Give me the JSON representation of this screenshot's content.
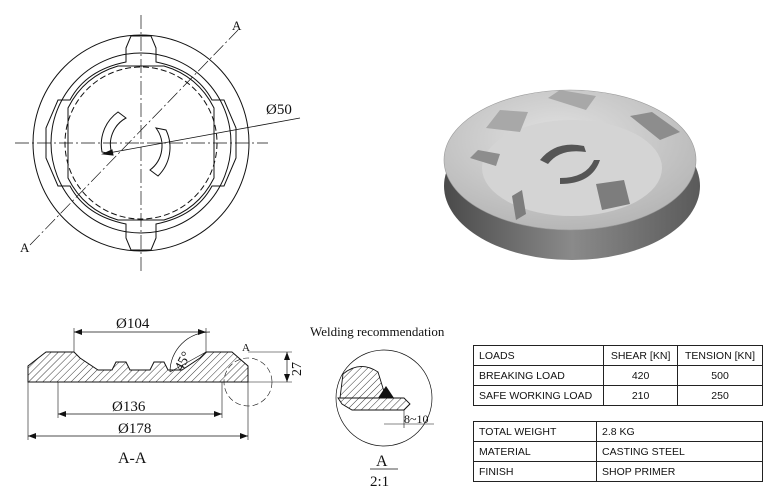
{
  "top_view": {
    "section_mark_top": "A",
    "section_mark_bottom": "A",
    "diameter_label": "Ø50"
  },
  "section_view": {
    "dim_104": "Ø104",
    "dim_136": "Ø136",
    "dim_178": "Ø178",
    "angle": "45°",
    "height": "27",
    "detail_mark": "A",
    "caption": "A-A"
  },
  "welding": {
    "title": "Welding recommendation",
    "size": "8~10",
    "detail_letter": "A",
    "scale": "2:1"
  },
  "loads_table": {
    "headers": [
      "LOADS",
      "SHEAR [KN]",
      "TENSION [KN]"
    ],
    "rows": [
      {
        "label": "BREAKING LOAD",
        "shear": "420",
        "tension": "500"
      },
      {
        "label": "SAFE WORKING LOAD",
        "shear": "210",
        "tension": "250"
      }
    ]
  },
  "properties_table": {
    "rows": [
      {
        "label": "TOTAL WEIGHT",
        "value": "2.8 KG"
      },
      {
        "label": "MATERIAL",
        "value": "CASTING STEEL"
      },
      {
        "label": "FINISH",
        "value": "SHOP PRIMER"
      }
    ]
  },
  "colors": {
    "line": "#111111",
    "hatch": "#222222",
    "render_light": "#c9c9c9",
    "render_dark": "#6e6e6e"
  }
}
